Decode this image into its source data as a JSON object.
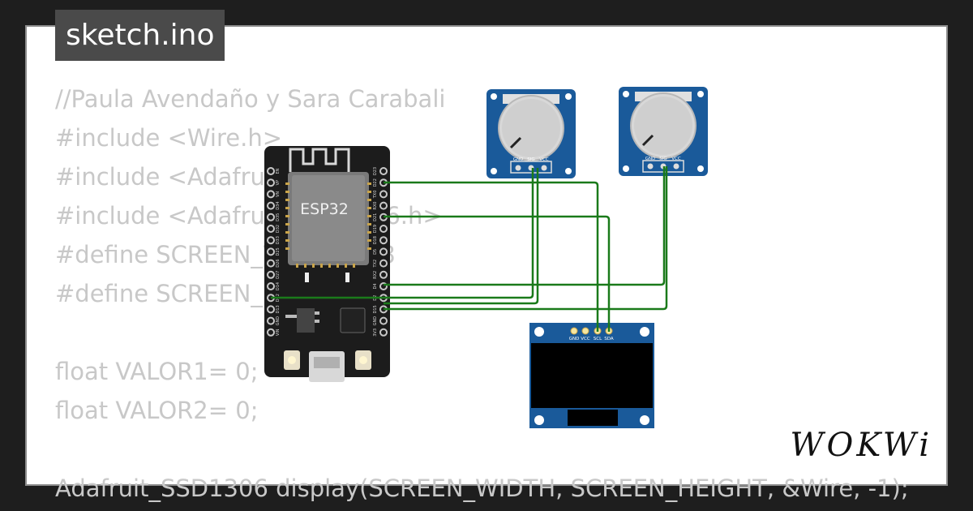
{
  "tab": {
    "title": "sketch.ino"
  },
  "code": {
    "lines": [
      "//Paula Avendaño y Sara Carabali",
      "#include <Wire.h>",
      "#include <Adafruit_GFX.h>",
      "#include <Adafruit_SSD1306.h>",
      "#define SCREEN_WIDTH 128",
      "#define SCREEN_HEIGHT 64",
      "",
      "float VALOR1= 0;",
      "float VALOR2= 0;",
      "",
      "Adafruit_SSD1306 display(SCREEN_WIDTH, SCREEN_HEIGHT, &Wire, -1);"
    ]
  },
  "esp32": {
    "label": "ESP32",
    "left_pins": [
      "EN",
      "VP",
      "VN",
      "D34",
      "D35",
      "D32",
      "D33",
      "D25",
      "D26",
      "D27",
      "D14",
      "D12",
      "D13",
      "GND",
      "VIN"
    ],
    "right_pins": [
      "D23",
      "D22",
      "TX0",
      "RX0",
      "D21",
      "D19",
      "D18",
      "D5",
      "TX2",
      "RX2",
      "D4",
      "D2",
      "D15",
      "GND",
      "3V3"
    ]
  },
  "potentiometer1": {
    "pins": [
      "GND",
      "SIG",
      "VCC"
    ]
  },
  "potentiometer2": {
    "pins": [
      "GND",
      "SIG",
      "VCC"
    ]
  },
  "oled": {
    "pins": [
      "GND",
      "VCC",
      "SCL",
      "SDA"
    ]
  },
  "brand": {
    "logo": "WOKWi"
  },
  "colors": {
    "wire": "#1a7a1a",
    "pcb_blue": "#1a5a9a",
    "board_black": "#1c1c1c"
  }
}
